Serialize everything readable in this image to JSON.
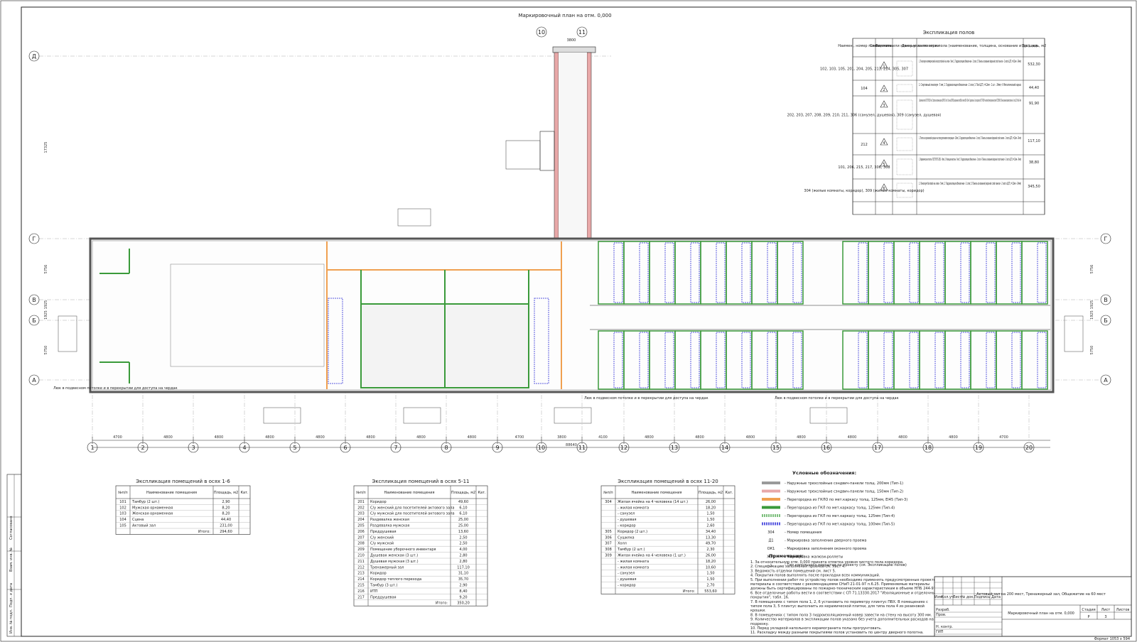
{
  "plan": {
    "title": "Маркировочный план на отм. 0,000",
    "axes_numbers": [
      "1",
      "2",
      "3",
      "4",
      "5",
      "6",
      "7",
      "8",
      "9",
      "10",
      "11",
      "12",
      "13",
      "14",
      "15",
      "16",
      "17",
      "18",
      "19",
      "20"
    ],
    "axes_letters": [
      "Д",
      "Г",
      "В",
      "Б",
      "А"
    ],
    "dims_bottom": [
      "4700",
      "4800",
      "4800",
      "4800",
      "4800",
      "4800",
      "4800",
      "4800",
      "4700",
      "3800",
      "4100",
      "4800",
      "4800",
      "4800",
      "4800",
      "4800",
      "4800",
      "4800",
      "4700"
    ],
    "total_dim": "88640",
    "left_dims": [
      "17325",
      "5756",
      "1925",
      "1925",
      "5750"
    ],
    "right_dims": [
      "5756",
      "1925",
      "1925",
      "5750"
    ],
    "top_dim": "3800",
    "hatch_notes": [
      "Люк в подвесном потолке и в перекрытии для доступа на чердак",
      "Люк в подвесном потолке и в перекрытии для доступа на чердак",
      "Люк в подвесном потолке и в перекрытии для доступа на чердак"
    ]
  },
  "floor_table": {
    "title": "Экспликация полов",
    "headers": [
      "Наимен., номер помещения",
      "Тип пола",
      "Схема пола или номер узла по серии",
      "Данные элементов пола (наименование, толщина, основание и др.), мм.",
      "Площадь, м2"
    ],
    "rows": [
      {
        "rooms": "102, 103, 105, 201, 204, 205, 213, 214, 305, 307",
        "type": "1",
        "data": "1. Линолеум коммерческий износостойкий на клею - 5мм; 2. Гидроизоляция обмазочная - 2 слоя; 3. Панель основания (верхний слой панели - 2 листа ЦСП, t=12мм - 24мм)",
        "area": "532,30"
      },
      {
        "rooms": "104",
        "type": "2",
        "data": "1. Спортивный линолеум - 5 мм; 2. Гидроизоляция обмазочная - 2 слоя; 3. Пол ЦСП, t=12мм - 2 шт. - 24мм; 4. Металлический каркас",
        "area": "44,40"
      },
      {
        "rooms": "202, 203, 207, 208, 209, 210, 211, 306 (санузел, душевая), 309 (санузел, душевая)",
        "type": "3",
        "data": "1. Керамическая плитка ГОСТ 6787-2001 - 8мм; 2. Прослойка и заполнение швов из ЦПР М150 - 15мм; 3. Стяжка из ЦПР М150, армированная сеткой Ф5Вр-I с ячейкой 50х50 - 25мм; 4. Гидроизоляция - 2 слоя гидроизола по ГОСТ 7415-86* на мастике битумной кровельной горячей ГОСТ 2889-80; 5. Панель основания (верхний слой панели - 2 листа ЦСП, t=12мм - 24мм)",
        "area": "91,90"
      },
      {
        "rooms": "212",
        "type": "4",
        "data": "1. Плитка из резиновой крошки на полиуретановом связующем - 10мм; 2. Гидроизоляция обмазочная - 2 слоя; 3. Панель основания (верхний слой панели - 2 листа ЦСП, t=12мм - 24мм)",
        "area": "117,10"
      },
      {
        "rooms": "101, 206, 215, 217, 306, 308",
        "type": "5",
        "data": "1. Керамическая плитка ГОСТ 6787-2001 - 8мм; 2. Клеящая мастика - 5мм; 3. Гидроизоляция обмазочная - 2 слоя; 4. Панель основания (верхний слой панели - 2 листа ЦСП, t=12мм - 24мм)",
        "area": "38,80"
      },
      {
        "rooms": "304 (жилые комнаты, коридор), 309 (жилые комнаты, коридор)",
        "type": "6",
        "data": "1. Линолеум бытовой на клею - 5мм; 2. Гидроизоляция обмазочная - 2 слоя; 3. Панель основания (верхний слой панели - 2 листа ЦСП, t=12мм - 24мм)",
        "area": "345,50"
      }
    ]
  },
  "rooms_table_1": {
    "title": "Экспликация помещений в осях 1-6",
    "headers": [
      "№п/п",
      "Наименование помещения",
      "Площадь, м2",
      "Кат."
    ],
    "rows": [
      {
        "n": "101",
        "name": "Тамбур (2 шт.)",
        "area": "2,90"
      },
      {
        "n": "102",
        "name": "Мужская орнаменная",
        "area": "8,20"
      },
      {
        "n": "103",
        "name": "Женская орнаменная",
        "area": "8,20"
      },
      {
        "n": "104",
        "name": "Сцена",
        "area": "44,40"
      },
      {
        "n": "105",
        "name": "Актовый зал",
        "area": "231,00"
      }
    ],
    "total_label": "Итого:",
    "total": "294,60"
  },
  "rooms_table_2": {
    "title": "Экспликация помещений в осях 5-11",
    "headers": [
      "№п/п",
      "Наименование помещения",
      "Площадь, м2",
      "Кат."
    ],
    "rows": [
      {
        "n": "201",
        "name": "Коридор",
        "area": "49,60"
      },
      {
        "n": "202",
        "name": "С/у женский для посетителей актового зала",
        "area": "6,10"
      },
      {
        "n": "203",
        "name": "С/у мужской для посетителей актового зала",
        "area": "6,10"
      },
      {
        "n": "204",
        "name": "Раздевалка женская",
        "area": "25,00"
      },
      {
        "n": "205",
        "name": "Раздевалка мужская",
        "area": "25,00"
      },
      {
        "n": "206",
        "name": "Преддушевая",
        "area": "13,60"
      },
      {
        "n": "207",
        "name": "С/у женский",
        "area": "2,50"
      },
      {
        "n": "208",
        "name": "С/у мужской",
        "area": "2,50"
      },
      {
        "n": "209",
        "name": "Помещение уборочного инвентаря",
        "area": "4,00"
      },
      {
        "n": "210",
        "name": "Душевая женская (3 шт.)",
        "area": "2,80"
      },
      {
        "n": "211",
        "name": "Душевая мужская (3 шт.)",
        "area": "2,80"
      },
      {
        "n": "212",
        "name": "Тренажерный зал",
        "area": "117,10"
      },
      {
        "n": "213",
        "name": "Коридор",
        "area": "31,10"
      },
      {
        "n": "214",
        "name": "Коридор теплого перехода",
        "area": "35,70"
      },
      {
        "n": "215",
        "name": "Тамбур (3 шт.)",
        "area": "2,90"
      },
      {
        "n": "216",
        "name": "ИТП",
        "area": "8,40"
      },
      {
        "n": "217",
        "name": "Преддушевая",
        "area": "9,20"
      }
    ],
    "total_label": "Итого:",
    "total": "350,20"
  },
  "rooms_table_3": {
    "title": "Экспликация помещений в осях 11-20",
    "headers": [
      "№п/п",
      "Наименование помещения",
      "Площадь, м2",
      "Кат."
    ],
    "rows": [
      {
        "n": "304",
        "name": "Жилая ячейка на 4 человека (14 шт.)",
        "area": "26,00"
      },
      {
        "n": "",
        "name": "- жилая комната",
        "area": "18,20"
      },
      {
        "n": "",
        "name": "- санузел",
        "area": "1,50"
      },
      {
        "n": "",
        "name": "- душевая",
        "area": "1,50"
      },
      {
        "n": "",
        "name": "- коридор",
        "area": "2,60"
      },
      {
        "n": "305",
        "name": "Коридор (2 шт.)",
        "area": "34,40"
      },
      {
        "n": "306",
        "name": "Сушилка",
        "area": "13,30"
      },
      {
        "n": "307",
        "name": "Холл",
        "area": "49,70"
      },
      {
        "n": "308",
        "name": "Тамбур (2 шт.)",
        "area": "2,30"
      },
      {
        "n": "309",
        "name": "Жилая ячейка на 4 человека (1 шт.)",
        "area": "26,00"
      },
      {
        "n": "",
        "name": "- жилая комната",
        "area": "18,20"
      },
      {
        "n": "",
        "name": "- жилая комната",
        "area": "10,60"
      },
      {
        "n": "",
        "name": "- санузел",
        "area": "1,50"
      },
      {
        "n": "",
        "name": "- душевая",
        "area": "1,50"
      },
      {
        "n": "",
        "name": "- коридор",
        "area": "2,70"
      }
    ],
    "total_label": "Итого:",
    "total": "553,60"
  },
  "legend": {
    "title": "Условные обозначения:",
    "items": [
      {
        "text": "- Наружные трехслойные сэндвич-панели толщ. 200мм (Тип-1)",
        "color": "#9a9a9a",
        "style": "solid"
      },
      {
        "text": "- Наружные трехслойные сэндвич-панели толщ. 150мм (Тип-2)",
        "color": "#e8a8a8",
        "style": "solid"
      },
      {
        "text": "- Перегородка из ГКЛО по мет.каркасу толщ. 125мм, EI45 (Тип-3)",
        "color": "#f0a050",
        "style": "solid"
      },
      {
        "text": "- Перегородка из ГКЛ по мет.каркасу толщ. 125мм (Тип-4)",
        "color": "#3a9a3a",
        "style": "solid"
      },
      {
        "text": "- Перегородка из ГКЛ по мет.каркасу толщ. 125мм (Тип-4)",
        "color": "#7ec07e",
        "style": "dash"
      },
      {
        "text": "- Перегородка из ГКЛ по мет.каркасу толщ. 100мм (Тип-5)",
        "color": "#5a5ae0",
        "style": "dash"
      },
      {
        "text": "- Номер помещения",
        "sym": "304"
      },
      {
        "text": "- Маркировка заполнения дверного проема",
        "sym": "Д1"
      },
      {
        "text": "- Маркировка заполнения оконного проема",
        "sym": "ОК1"
      },
      {
        "text": "- Маркировка жалюзи-роллеты",
        "sym": "ЖР1"
      },
      {
        "text": "- Тип напольного покрытия по проекту (см. Экспликацию полов)",
        "sym": "△"
      }
    ]
  },
  "notes": {
    "title": "Примечания:",
    "lines": [
      "1. За относительную отм. 0,000 принята отметка уровня чистого пола коридора.",
      "2. Спецификацию заполнения проемов см. лист 4.",
      "3. Ведомость отделки помещений см. лист 5.",
      "4. Покрытия полов выполнять после прокладки всех коммуникаций.",
      "5. При выполнении работ по устройству полов необходимо применять предусмотренные проектом",
      "материалы в соответствии с рекомендациями СНиП 21-01-97 п.6.25. Применяемые материалы",
      "должны быть сертифицированы по пожарно-техническим характеристикам в объеме НПБ 244-97.",
      "6. Все отделочные работы вести в соответствии с СП 71.13330.2017 \"Изоляционные и отделочные",
      "покрытия\", табл. 16.",
      "7. В помещениях с типом пола 1, 2, 6 установить по периметру плинтус ПВХ. В помещениях с",
      "типом пола 3, 5 плинтус выполнить из керамической плитки, для типа пола 4 из резиновой",
      "крошки.",
      "8. В помещениях с типом пола 3 гидроизоляционный ковер завести на стену на высоту 300 мм.",
      "9. Количество материалов в экспликации полов указано без учета дополнительных расходов на",
      "подрезку.",
      "10. Перед укладкой напольного керамогранита полы прогрунтовать.",
      "11. Раскладку между разными покрытиями полов установить по центру дверного полотна."
    ]
  },
  "stamp": {
    "project_name": "Актовый зал на 200 мест, Тренажерный зал, Общежитие на 60 мест",
    "sheet_title": "Маркировочный план на отм. 0,000",
    "stage_label": "Стадия",
    "sheet_label": "Лист",
    "sheets_label": "Листов",
    "stage": "Р",
    "sheet": "3",
    "sheets": "",
    "cols": [
      "Изм.",
      "Кол.уч.",
      "Лист",
      "№ док.",
      "Подпись",
      "Дата"
    ],
    "roles": [
      "Разраб.",
      "Пров.",
      "",
      "Н. контр.",
      "ГИП"
    ],
    "format": "Формат 1053 х 594",
    "side_labels": [
      "Согласовано",
      "Взам. инв. №",
      "Подп. и дата",
      "Инв. № подл."
    ]
  }
}
